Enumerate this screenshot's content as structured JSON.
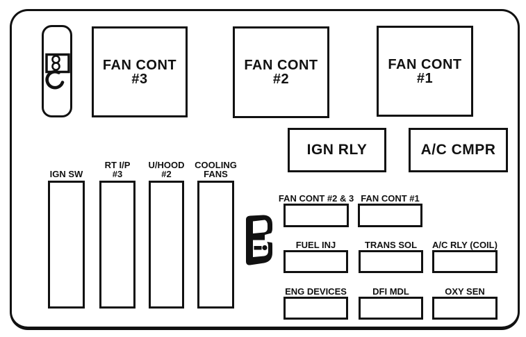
{
  "diagram": {
    "kind": "engine-compartment-fuse-block"
  },
  "big_relays": [
    {
      "label": "FAN CONT\n#3"
    },
    {
      "label": "FAN CONT\n#2"
    },
    {
      "label": "FAN CONT\n#1"
    }
  ],
  "mid_relays": [
    {
      "label": "IGN RLY"
    },
    {
      "label": "A/C CMPR"
    }
  ],
  "vertical_fuses": [
    {
      "label": "IGN SW"
    },
    {
      "label": "RT I/P\n#3"
    },
    {
      "label": "U/HOOD\n#2"
    },
    {
      "label": "COOLING\nFANS"
    }
  ],
  "mini_fuses": {
    "row1": [
      {
        "label": "FAN CONT #2 & 3"
      },
      {
        "label": "FAN CONT #1"
      }
    ],
    "row2": [
      {
        "label": "FUEL INJ"
      },
      {
        "label": "TRANS SOL"
      },
      {
        "label": "A/C RLY (COIL)"
      }
    ],
    "row3": [
      {
        "label": "ENG DEVICES"
      },
      {
        "label": "DFI MDL"
      },
      {
        "label": "OXY SEN"
      }
    ]
  },
  "icons": {
    "fuse_puller_slot": "fuse-puller-slot-icon",
    "fuse_puller_clip": "fuse-puller-clip-icon"
  },
  "colors": {
    "line": "#111111",
    "background": "#ffffff"
  }
}
